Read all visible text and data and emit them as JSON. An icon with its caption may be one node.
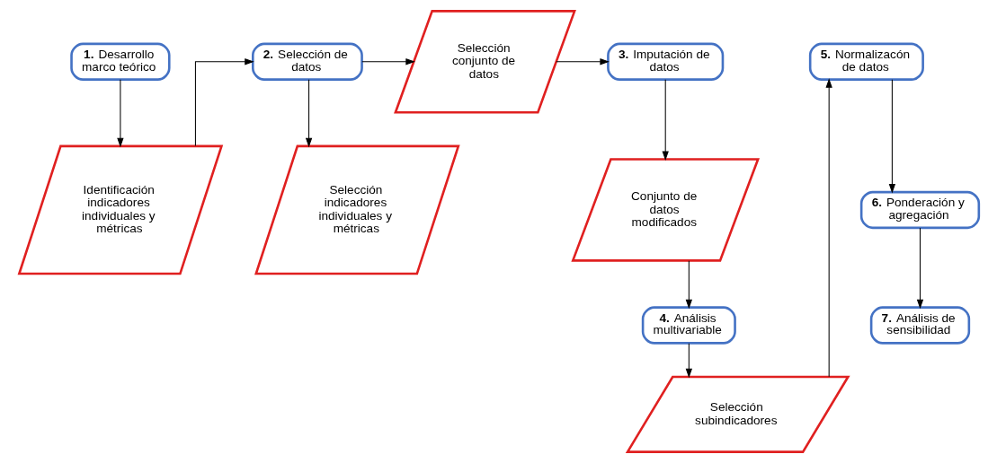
{
  "diagram": {
    "nodes": [
      {
        "text": [
          "**1.** Desarrollo marco teórico"
        ]
      },
      {
        "text": [
          "Identificación indicadores individuales y métricas"
        ]
      },
      {
        "text": [
          "**2.** Selección de datos"
        ]
      },
      {
        "text": [
          "Selección conjunto de datos"
        ]
      },
      {
        "text": [
          "Selección indicadores individuales y métricas"
        ]
      },
      {
        "text": [
          "**3.** Imputación de datos"
        ]
      },
      {
        "text": [
          "Conjunto de datos modificados"
        ]
      },
      {
        "text": [
          "**4.** Análisis multivariable"
        ]
      },
      {
        "text": [
          "Selección subindicadores"
        ]
      },
      {
        "text": [
          "**5.** Normalizacón de datos"
        ]
      },
      {
        "text": [
          "**6.** Ponderación y agregación"
        ]
      },
      {
        "text": [
          "**7.** Análisis de sensibilidad"
        ]
      }
    ],
    "edges": [
      {
        "from": 0,
        "to": 1,
        "arrow": "to"
      },
      {
        "from": 1,
        "to": 2,
        "arrow": "to"
      },
      {
        "from": 2,
        "to": 3,
        "arrow": "to"
      },
      {
        "from": 2,
        "to": 4,
        "arrow": "to"
      },
      {
        "from": 3,
        "to": 5,
        "arrow": "to"
      },
      {
        "from": 5,
        "to": 6,
        "arrow": "to"
      },
      {
        "from": 6,
        "to": 7,
        "arrow": "to"
      },
      {
        "from": 7,
        "to": 8,
        "arrow": "to"
      },
      {
        "from": 8,
        "to": 9,
        "arrow": "to"
      },
      {
        "from": 9,
        "to": 10,
        "arrow": "to"
      },
      {
        "from": 10,
        "to": 11,
        "arrow": "to"
      }
    ]
  }
}
